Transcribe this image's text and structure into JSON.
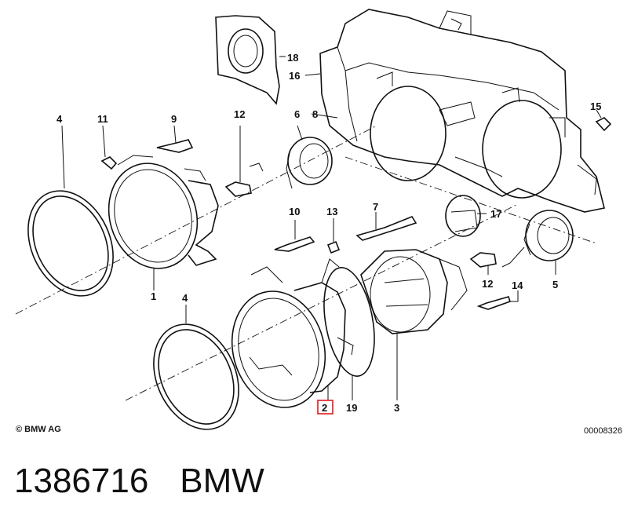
{
  "diagram": {
    "callouts": [
      {
        "id": "c1",
        "text": "1"
      },
      {
        "id": "c2",
        "text": "2"
      },
      {
        "id": "c3",
        "text": "3"
      },
      {
        "id": "c4a",
        "text": "4"
      },
      {
        "id": "c4b",
        "text": "4"
      },
      {
        "id": "c5",
        "text": "5"
      },
      {
        "id": "c6",
        "text": "6"
      },
      {
        "id": "c7",
        "text": "7"
      },
      {
        "id": "c8",
        "text": "8"
      },
      {
        "id": "c9",
        "text": "9"
      },
      {
        "id": "c10",
        "text": "10"
      },
      {
        "id": "c11",
        "text": "11"
      },
      {
        "id": "c12a",
        "text": "12"
      },
      {
        "id": "c12b",
        "text": "12"
      },
      {
        "id": "c13",
        "text": "13"
      },
      {
        "id": "c14",
        "text": "14"
      },
      {
        "id": "c15",
        "text": "15"
      },
      {
        "id": "c16",
        "text": "16"
      },
      {
        "id": "c17",
        "text": "17"
      },
      {
        "id": "c18",
        "text": "18"
      },
      {
        "id": "c19",
        "text": "19"
      }
    ],
    "highlighted_callout": "2",
    "highlight_color": "#e0191e",
    "copyright": "© BMW AG",
    "reference_code": "00008326"
  },
  "footer": {
    "part_number": "1386716",
    "brand": "BMW"
  }
}
